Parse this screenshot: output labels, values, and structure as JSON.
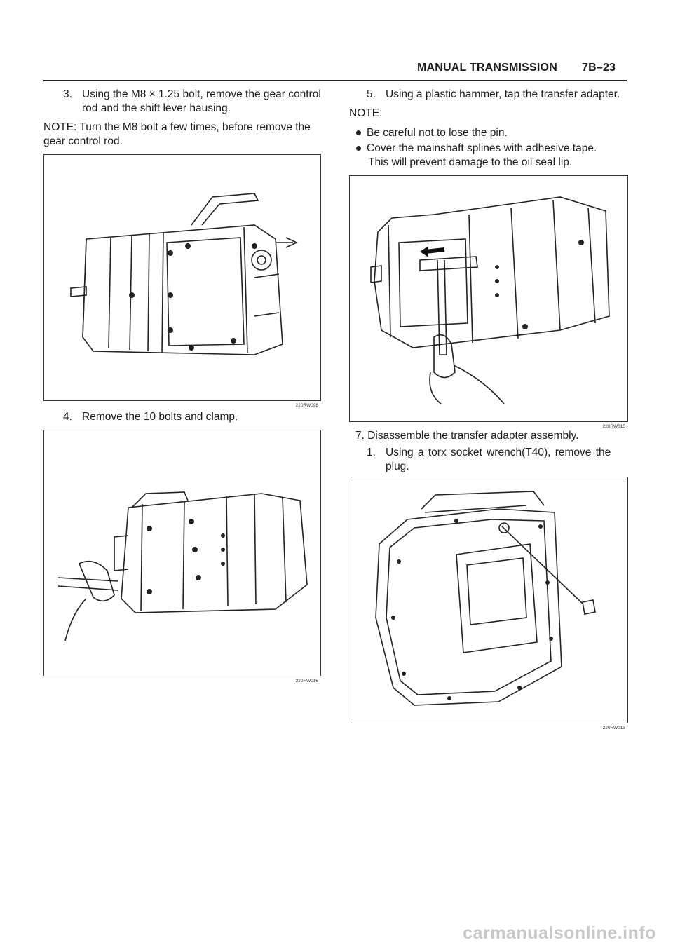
{
  "header": {
    "section_title": "MANUAL TRANSMISSION",
    "page_number": "7B–23"
  },
  "left_column": {
    "step3_number": "3.",
    "step3_line1": "Using the M8 × 1.25 bolt, remove the gear control",
    "step3_line2": "rod and the shift lever hausing.",
    "note_line1": "NOTE: Turn the M8 bolt a few times, before remove the",
    "note_line2": "gear control rod.",
    "figure1_id": "220RW098",
    "step4_number": "4.",
    "step4_text": "Remove the 10 bolts and clamp.",
    "figure2_id": "220RW016"
  },
  "right_column": {
    "step5_number": "5.",
    "step5_text": "Using a plastic hammer, tap the transfer adapter.",
    "note_label": "NOTE:",
    "note_bullets": [
      "Be careful not to lose the pin.",
      "Cover the mainshaft splines with adhesive tape."
    ],
    "note_bullet2_cont": "This will prevent damage to the oil seal lip.",
    "figure3_id": "220RW015",
    "step7_text": "7. Disassemble the transfer adapter assembly.",
    "substep1_number": "1.",
    "substep1_line1": "Using  a  torx  socket  wrench(T40),  remove  the",
    "substep1_line2": "plug.",
    "figure4_id": "220RW013"
  },
  "watermark": "carmanualsonline.info"
}
